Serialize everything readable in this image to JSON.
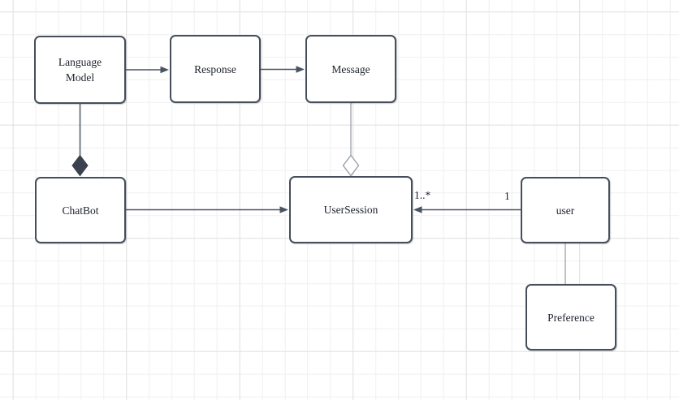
{
  "diagram": {
    "nodes": [
      {
        "id": "language-model",
        "label": "Language\nModel"
      },
      {
        "id": "response",
        "label": "Response"
      },
      {
        "id": "message",
        "label": "Message"
      },
      {
        "id": "chatbot",
        "label": "ChatBot"
      },
      {
        "id": "usersession",
        "label": "UserSession"
      },
      {
        "id": "user",
        "label": "user"
      },
      {
        "id": "preference",
        "label": "Preference"
      }
    ],
    "edges": [
      {
        "from": "Language Model",
        "to": "Response",
        "type": "arrow"
      },
      {
        "from": "Response",
        "to": "Message",
        "type": "arrow"
      },
      {
        "from": "Language Model",
        "to": "ChatBot",
        "type": "composition",
        "diamond_at": "ChatBot"
      },
      {
        "from": "ChatBot",
        "to": "UserSession",
        "type": "arrow"
      },
      {
        "from": "Message",
        "to": "UserSession",
        "type": "aggregation",
        "diamond_at": "UserSession"
      },
      {
        "from": "user",
        "to": "UserSession",
        "type": "arrow",
        "source_multiplicity": "1",
        "target_multiplicity": "1..*"
      },
      {
        "from": "user",
        "to": "Preference",
        "type": "line"
      }
    ],
    "colors": {
      "canvas_background": "#ffffff",
      "grid_minor": "#f0f0f0",
      "grid_major": "#e2e2e2",
      "node_fill": "#ffffff",
      "node_stroke": "#454e5a",
      "edge_stroke_dark": "#4a5361",
      "edge_stroke_light": "#a4a8ae",
      "composition_diamond_fill": "#39424e",
      "aggregation_diamond_fill": "#ffffff",
      "text": "#1c212b"
    }
  }
}
